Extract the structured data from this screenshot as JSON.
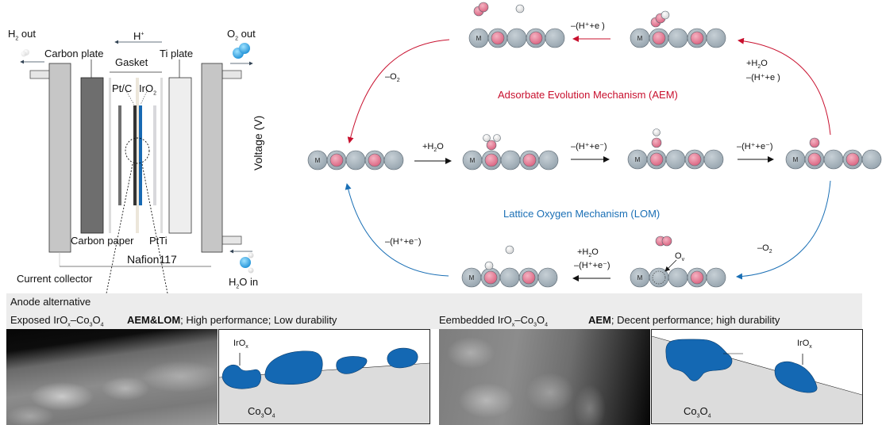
{
  "cell": {
    "h2_out": "H",
    "h2_out_sub": "2",
    "h2_out_suffix": " out",
    "o2_out": "O",
    "o2_out_sub": "2",
    "o2_out_suffix": " out",
    "h_plus": "H",
    "h_plus_sup": "+",
    "carbon_plate": "Carbon plate",
    "ti_plate": "Ti plate",
    "gasket": "Gasket",
    "pt_c": "Pt/C",
    "iro2": "IrO",
    "iro2_sub": "2",
    "carbon_paper": "Carbon paper",
    "pt_ti": "PtTi",
    "nafion": "Nafion117",
    "current_collector": "Current collector",
    "h2o_in": "H",
    "h2o_in_sub": "2",
    "h2o_in_suffix": "O in"
  },
  "mechanism": {
    "y_axis": "Voltage (V)",
    "aem_title": "Adsorbate Evolution Mechanism (AEM)",
    "lom_title": "Lattice Oxygen Mechanism (LOM)",
    "metal_label": "M",
    "vacancy_label": "O",
    "vacancy_sub": "v",
    "steps": {
      "plus_h2o": "+H",
      "plus_h2o_sub": "2",
      "plus_h2o_suffix": "O",
      "minus_he_1": "–(H⁺+e⁻)",
      "minus_he_2": "–(H⁺+e⁻)",
      "aem_top": "–(H⁺+e )",
      "aem_right_1": "+H",
      "aem_right_1_sub": "2",
      "aem_right_1_suffix": "O",
      "aem_right_2": "–(H⁺+e )",
      "aem_left": "–O",
      "aem_left_sub": "2",
      "lom_right": "–O",
      "lom_right_sub": "2",
      "lom_mid_1": "+H",
      "lom_mid_1_sub": "2",
      "lom_mid_1_suffix": "O",
      "lom_mid_2": "–(H⁺+e⁻)",
      "lom_left": "–(H⁺+e⁻)"
    },
    "colors": {
      "aem": "#c8102e",
      "lom": "#1a6fb5",
      "metal": "#aab6bf",
      "oxygen": "#e0768f",
      "hydrogen": "#e4e4e4"
    }
  },
  "anode": {
    "title": "Anode alternative",
    "exposed": {
      "name": "Exposed IrO",
      "name_sub": "x",
      "name_mid": "–Co",
      "name_sub2": "3",
      "name_mid2": "O",
      "name_sub3": "4",
      "mech": "AEM&LOM",
      "desc": "; High performance; Low durability",
      "iro_label": "IrO",
      "iro_sub": "x",
      "co_label": "Co",
      "co_sub": "3",
      "co_mid": "O",
      "co_sub2": "4"
    },
    "embedded": {
      "name": "Eembedded IrO",
      "name_sub": "x",
      "name_mid": "–Co",
      "name_sub2": "3",
      "name_mid2": "O",
      "name_sub3": "4",
      "mech": "AEM",
      "desc": "; Decent performance; high durability",
      "iro_label": "IrO",
      "iro_sub": "x",
      "co_label": "Co",
      "co_sub": "3",
      "co_mid": "O",
      "co_sub2": "4"
    }
  }
}
